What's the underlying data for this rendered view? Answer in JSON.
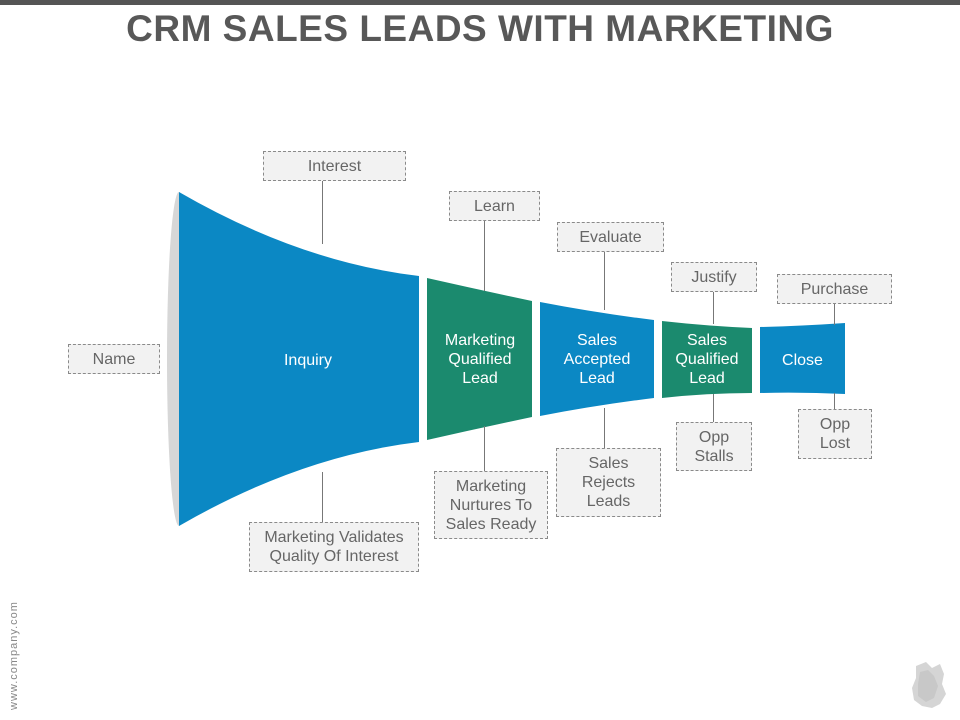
{
  "title": "CRM SALES LEADS WITH MARKETING",
  "footer_url": "www.company.com",
  "colors": {
    "blue": "#0b88c4",
    "green": "#1b8a6e",
    "rim": "#d7d7d7",
    "box_bg": "#f2f2f2"
  },
  "stages": [
    {
      "label": "Inquiry",
      "top_note": "Interest",
      "bottom_note": "Marketing Validates\nQuality Of Interest"
    },
    {
      "label": "Marketing\nQualified\nLead",
      "top_note": "Learn",
      "bottom_note": "Marketing\nNurtures To\nSales Ready"
    },
    {
      "label": "Sales\nAccepted\nLead",
      "top_note": "Evaluate",
      "bottom_note": "Sales\nRejects\nLeads"
    },
    {
      "label": "Sales\nQualified\nLead",
      "top_note": "Justify",
      "bottom_note": "Opp\nStalls"
    },
    {
      "label": "Close",
      "top_note": "Purchase",
      "bottom_note": "Opp\nLost"
    }
  ],
  "left_note": "Name"
}
